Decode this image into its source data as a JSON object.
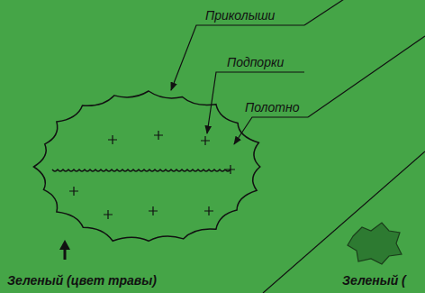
{
  "diagram": {
    "labels": [
      "Приколыши",
      "Подпорки",
      "Полотно",
      "Зеленый (цвет травы)",
      "Зеленый ("
    ]
  }
}
